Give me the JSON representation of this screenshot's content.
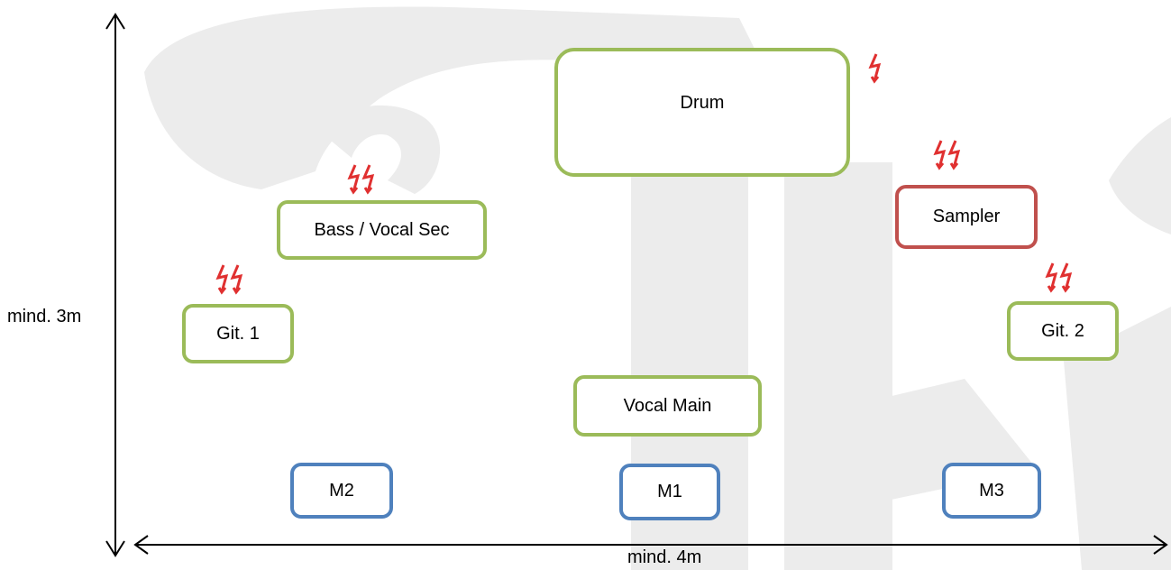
{
  "stage": {
    "drum": "Drum",
    "bass_vocal_sec": "Bass / Vocal Sec",
    "sampler": "Sampler",
    "git1": "Git. 1",
    "git2": "Git. 2",
    "vocal_main": "Vocal Main",
    "m1": "M1",
    "m2": "M2",
    "m3": "M3"
  },
  "dimensions": {
    "height": "mind. 3m",
    "width": "mind. 4m"
  },
  "colors": {
    "instrument_border": "#9bbb59",
    "sampler_border": "#c0504d",
    "monitor_border": "#4f81bd",
    "power_icon": "#e03030",
    "watermark": "#e6e6e6"
  }
}
